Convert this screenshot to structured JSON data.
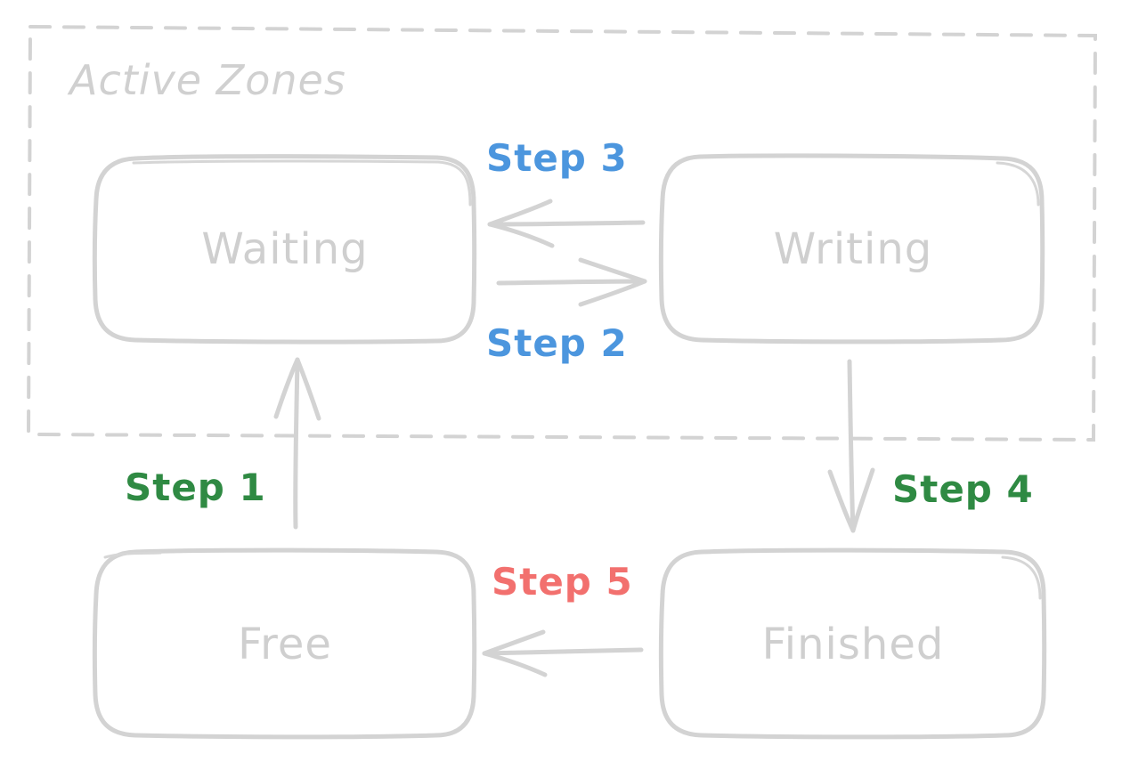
{
  "zone": {
    "title": "Active Zones"
  },
  "states": {
    "waiting": "Waiting",
    "writing": "Writing",
    "free": "Free",
    "finished": "Finished"
  },
  "steps": {
    "step1": "Step 1",
    "step2": "Step 2",
    "step3": "Step 3",
    "step4": "Step 4",
    "step5": "Step 5"
  },
  "colors": {
    "box_stroke": "#d3d3d3",
    "state_text": "#cfcfcf",
    "blue_step": "#4c96de",
    "green_step": "#2f8a43",
    "red_step": "#f2706e"
  }
}
